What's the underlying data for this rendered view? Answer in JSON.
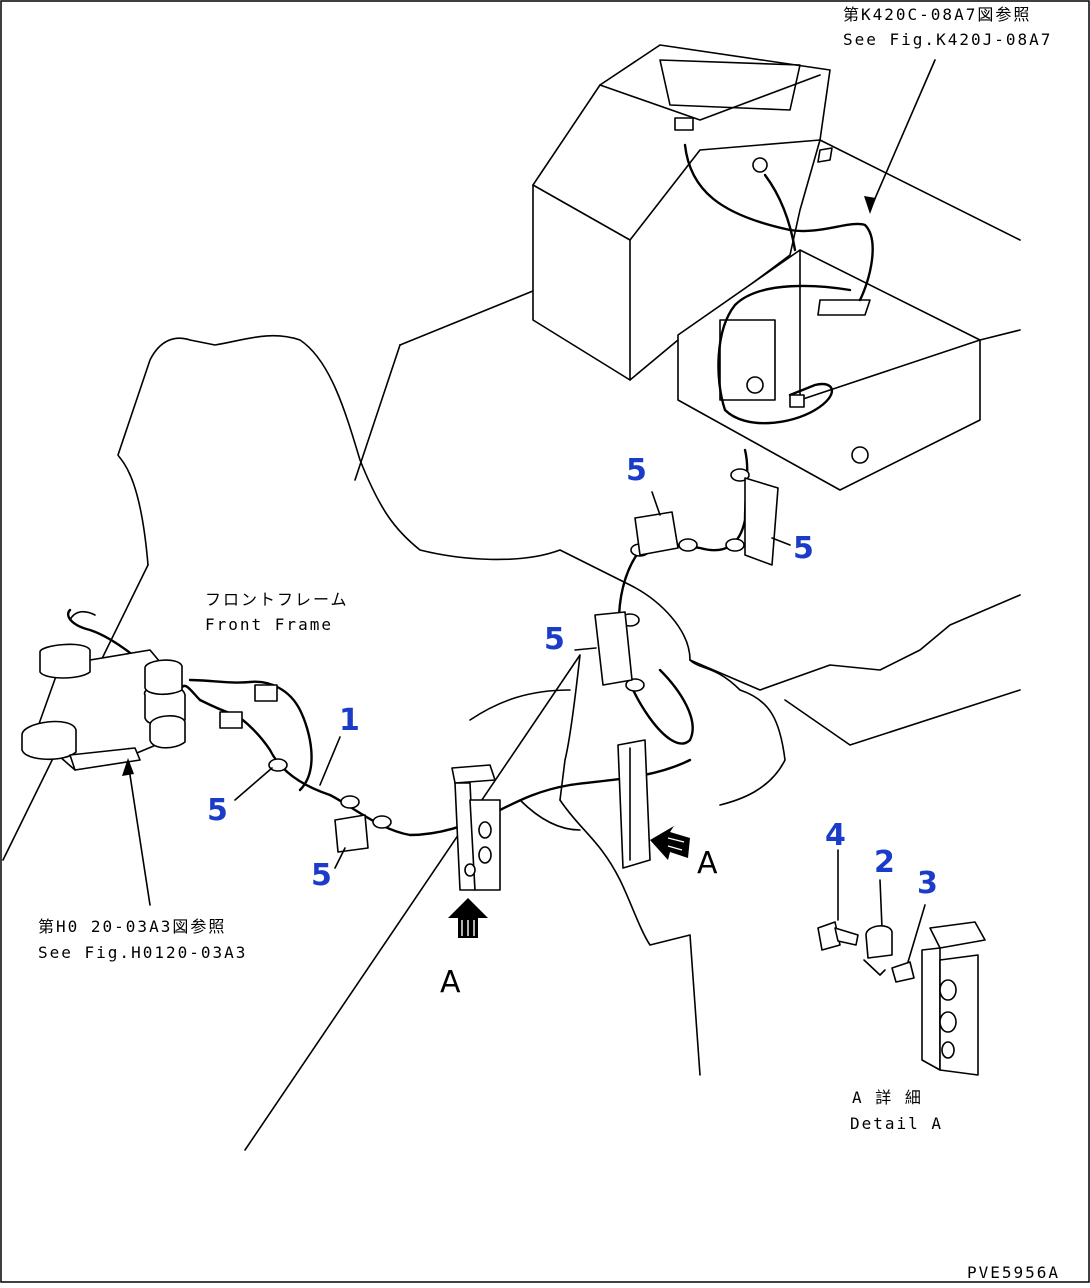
{
  "references": {
    "top_right_jp": "第K420C-08A7図参照",
    "top_right_en": "See Fig.K420J-08A7",
    "left_jp": "第H0 20-03A3図参照",
    "left_en": "See Fig.H0120-03A3"
  },
  "labels": {
    "front_frame_jp": "フロントフレーム",
    "front_frame_en": "Front Frame",
    "detail_jp": "A  詳  細",
    "detail_en": "Detail A",
    "view_a_1": "A",
    "view_a_2": "A"
  },
  "callouts": {
    "c1": "1",
    "c2": "2",
    "c3": "3",
    "c4": "4",
    "c5a": "5",
    "c5b": "5",
    "c5c": "5",
    "c5d": "5",
    "c5e": "5"
  },
  "drawing_id": "PVE5956A",
  "colors": {
    "callout": "#1a3cc8",
    "line": "#000000",
    "background": "#ffffff"
  }
}
